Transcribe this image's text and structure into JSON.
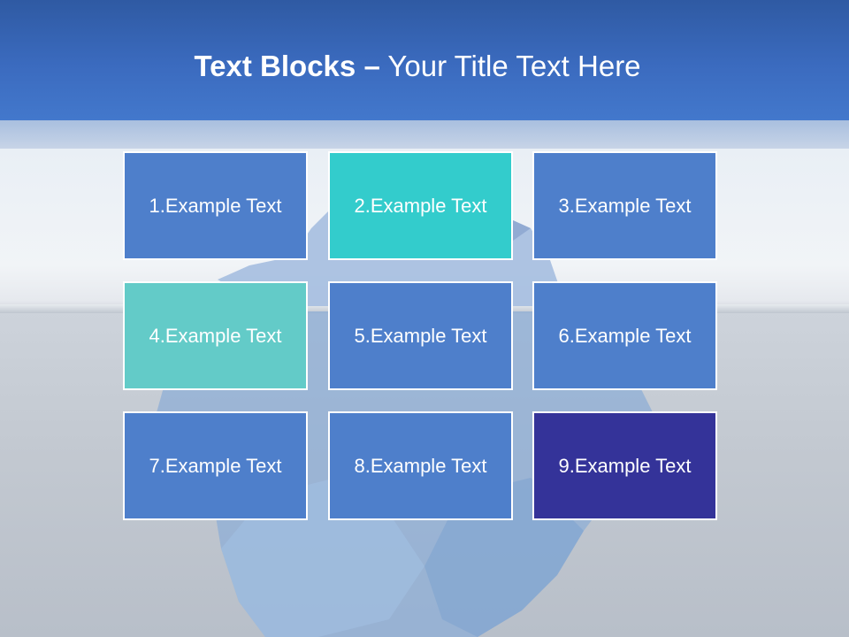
{
  "header": {
    "title_bold": "Text Blocks",
    "title_dash": "–",
    "title_rest": "Your Title Text Here"
  },
  "blocks": [
    {
      "label": "1.Example Text",
      "color": "#4e7fcb"
    },
    {
      "label": "2.Example Text",
      "color": "#33cccc"
    },
    {
      "label": "3.Example Text",
      "color": "#4e7fcb"
    },
    {
      "label": "4.Example Text",
      "color": "#63cbc8"
    },
    {
      "label": "5.Example Text",
      "color": "#4e7fcb"
    },
    {
      "label": "6.Example Text",
      "color": "#4e7fcb"
    },
    {
      "label": "7.Example Text",
      "color": "#4e7fcb"
    },
    {
      "label": "8.Example Text",
      "color": "#4e7fcb"
    },
    {
      "label": "9.Example Text",
      "color": "#343399"
    }
  ],
  "background": {
    "image": "iceberg-illustration",
    "header_color": "#3b6bbf"
  }
}
